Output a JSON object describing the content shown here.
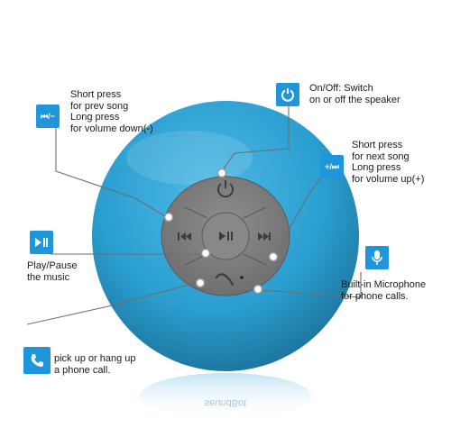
{
  "colors": {
    "speaker_body": "#2a9fd0",
    "speaker_shadow": "#1b6f96",
    "button_face": "#7d7d7d",
    "icon_box": "#1f96dc",
    "leader_line": "#6e6e6e"
  },
  "callouts": {
    "prev": {
      "icon": "prev-volume-down-icon",
      "icon_text": "⏮/−",
      "text": "Short press\nfor prev song\nLong press\nfor volume down(-)"
    },
    "power": {
      "icon": "power-icon",
      "text": "On/Off: Switch\non or off the speaker"
    },
    "next": {
      "icon": "volume-up-next-icon",
      "icon_text": "+/⏭",
      "text": "Short press\nfor next song\nLong press\nfor volume up(+)"
    },
    "play": {
      "icon": "play-pause-icon",
      "text": "Play/Pause\nthe music"
    },
    "mic": {
      "icon": "microphone-icon",
      "text": "Built-in Microphone\nfor phone calls."
    },
    "phone": {
      "icon": "phone-icon",
      "text": "pick up or hang up\na phone call."
    }
  },
  "speaker": {
    "reflection_text": "seundBot"
  }
}
